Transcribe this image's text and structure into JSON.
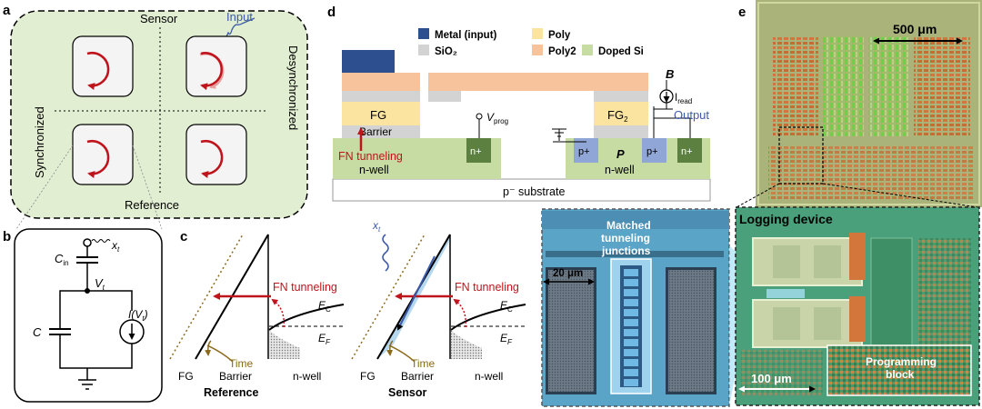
{
  "panel_labels": {
    "a": "a",
    "b": "b",
    "c": "c",
    "d": "d",
    "e": "e"
  },
  "panel_a": {
    "sensor": "Sensor",
    "reference": "Reference",
    "synchronized": "Synchronized",
    "desynchronized": "Desynchronized",
    "input": "Input"
  },
  "panel_b": {
    "cin_base": "C",
    "cin_sub": "in",
    "xt_base": "x",
    "xt_sub": "t",
    "vt_base": "V",
    "vt_sub": "t",
    "c": "C",
    "i_text": "I(V",
    "i_sub": "t",
    "i_close": ")"
  },
  "panel_c": {
    "fn_tunneling": "FN tunneling",
    "ec_base": "E",
    "ec_sub": "C",
    "ef_base": "E",
    "ef_sub": "F",
    "time": "Time",
    "fg": "FG",
    "barrier": "Barrier",
    "nwell": "n-well",
    "reference": "Reference",
    "sensor": "Sensor"
  },
  "panel_d": {
    "legend": {
      "metal": "Metal (input)",
      "sio2": "SiO₂",
      "poly": "Poly",
      "poly2": "Poly2",
      "doped_si": "Doped Si"
    },
    "fg": "FG",
    "fg2_base": "FG",
    "fg2_sub": "2",
    "barrier": "Barrier",
    "fn_tunneling": "FN tunneling",
    "nwell": "n-well",
    "nplus": "n+",
    "pplus": "p+",
    "p": "P",
    "substrate": "p⁻ substrate",
    "vprog_base": "V",
    "vprog_sub": "prog",
    "b": "B",
    "iread_base": "I",
    "iread_sub": "read",
    "output": "Output"
  },
  "micrograph": {
    "matched_line1": "Matched",
    "matched_line2": "tunneling",
    "matched_line3": "junctions",
    "scale": "20 μm"
  },
  "panel_e": {
    "scale_top": "500 μm",
    "logging_device": "Logging device",
    "scale_bottom": "100 μm",
    "programming_line1": "Programming",
    "programming_line2": "block"
  },
  "colors": {
    "red": "#c0141c",
    "blue_text": "#3c5aa6",
    "brown": "#8c6a1c",
    "green_panel": "#e2eed2",
    "metal": "#2e4f8f",
    "sio2": "#d3d3d3",
    "poly": "#fbe3a0",
    "poly2": "#f6c39c",
    "doped_si": "#c7dca3",
    "pplus": "#8fa6d6",
    "nplus": "#5b8040"
  }
}
